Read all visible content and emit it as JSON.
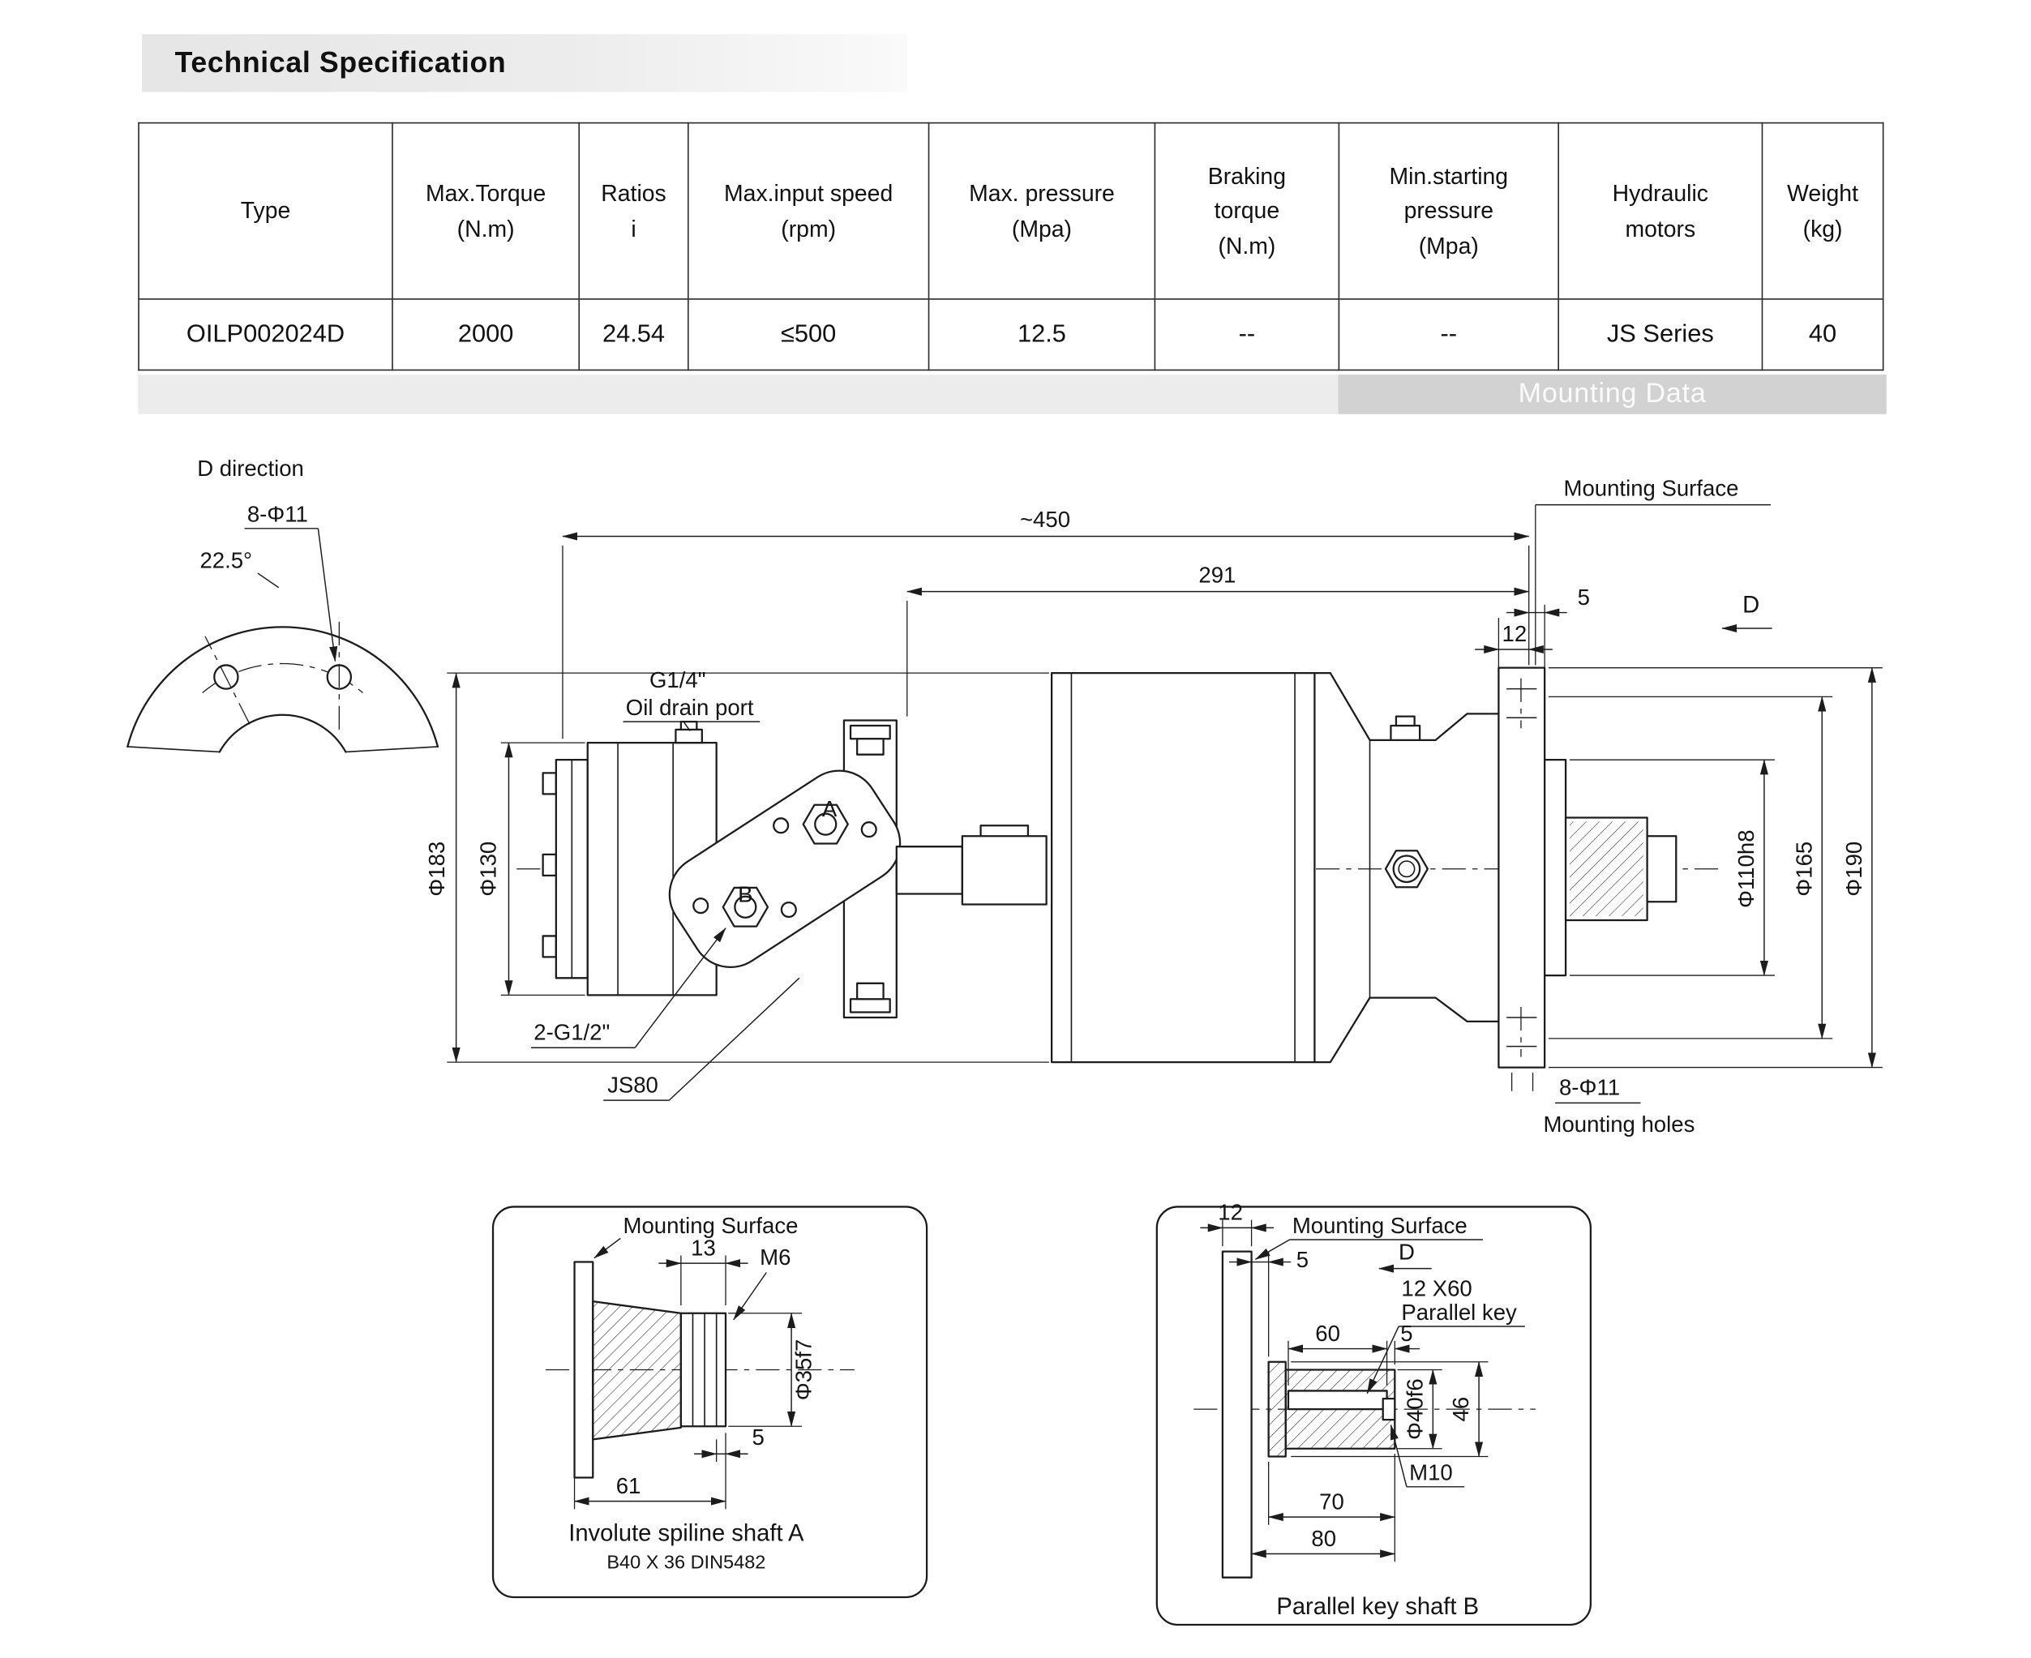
{
  "page": {
    "title": "Technical Specification"
  },
  "table": {
    "headers": [
      "Type",
      "Max.Torque\n(N.m)",
      "Ratios\ni",
      "Max.input speed\n(rpm)",
      "Max. pressure\n(Mpa)",
      "Braking\ntorque\n(N.m)",
      "Min.starting\npressure\n(Mpa)",
      "Hydraulic\nmotors",
      "Weight\n(kg)"
    ],
    "row": [
      "OILP002024D",
      "2000",
      "24.54",
      "≤500",
      "12.5",
      "--",
      "--",
      "JS Series",
      "40"
    ],
    "banner": "Mounting Data"
  },
  "drawing": {
    "d_direction": {
      "title": "D direction",
      "holes": "8-Φ11",
      "angle": "22.5°"
    },
    "main": {
      "dim_overall": "~450",
      "dim_291": "291",
      "dim_12": "12",
      "dim_5": "5",
      "mounting_surface": "Mounting Surface",
      "direction": "D",
      "port_thread": "G1/4\"",
      "port_label": "Oil drain port",
      "dia_183": "Φ183",
      "dia_130": "Φ130",
      "dia_110": "Φ110h8",
      "dia_165": "Φ165",
      "dia_190": "Φ190",
      "port_a": "A",
      "port_b": "B",
      "ports": "2-G1/2\"",
      "motor": "JS80",
      "holes": "8-Φ11",
      "holes_label": "Mounting holes"
    },
    "shaft_a": {
      "mounting_surface": "Mounting Surface",
      "dim_13": "13",
      "thread": "M6",
      "dia": "Φ35f7",
      "dim_5": "5",
      "dim_61": "61",
      "caption": "Involute spiline shaft A",
      "subcaption": "B40 X 36 DIN5482"
    },
    "shaft_b": {
      "dim_12": "12",
      "mounting_surface": "Mounting Surface",
      "dim_5_flange": "5",
      "direction": "D",
      "key_spec": "12 X60",
      "key_label": "Parallel key",
      "dim_60": "60",
      "dim_5_end": "5",
      "dia": "Φ40f6",
      "dim_46": "46",
      "thread": "M10",
      "dim_70": "70",
      "dim_80": "80",
      "caption": "Parallel key shaft B"
    }
  }
}
